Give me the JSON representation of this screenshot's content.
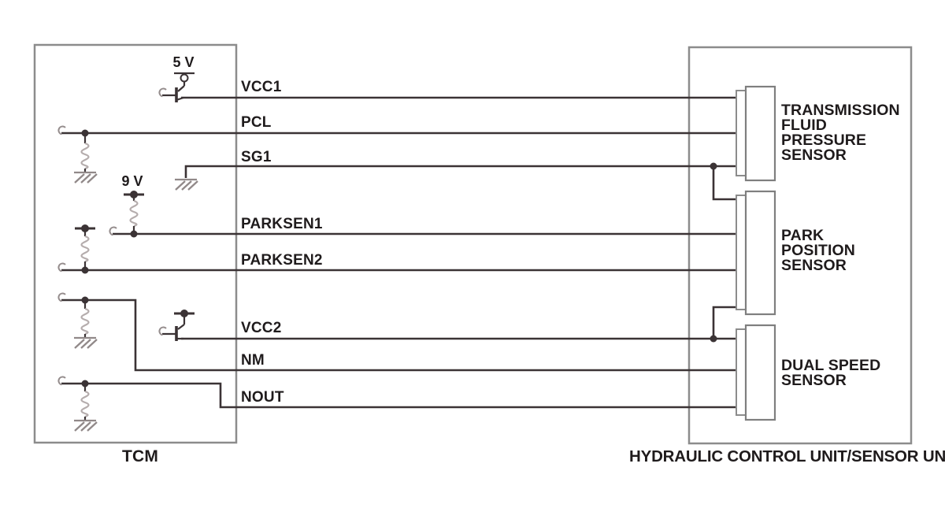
{
  "diagram": {
    "title_left": "TCM",
    "title_right": "HYDRAULIC CONTROL UNIT/SENSOR UNIT",
    "supply_labels": {
      "v5": "5 V",
      "v9": "9 V"
    },
    "signal_labels": {
      "vcc1": "VCC1",
      "pcl": "PCL",
      "sg1": "SG1",
      "parksen1": "PARKSEN1",
      "parksen2": "PARKSEN2",
      "vcc2": "VCC2",
      "nm": "NM",
      "nout": "NOUT"
    },
    "sensors": [
      {
        "name": "transmission-fluid-pressure-sensor",
        "lines": [
          "TRANSMISSION",
          "FLUID",
          "PRESSURE",
          "SENSOR"
        ]
      },
      {
        "name": "park-position-sensor",
        "lines": [
          "PARK",
          "POSITION",
          "SENSOR"
        ]
      },
      {
        "name": "dual-speed-sensor",
        "lines": [
          "DUAL SPEED",
          "SENSOR"
        ]
      }
    ],
    "colors": {
      "wire": "#3b3335",
      "box_stroke": "#8c8c8c",
      "component": "#b5adad",
      "ground": "#918989",
      "text": "#1f1b1c",
      "background": "#ffffff"
    }
  }
}
